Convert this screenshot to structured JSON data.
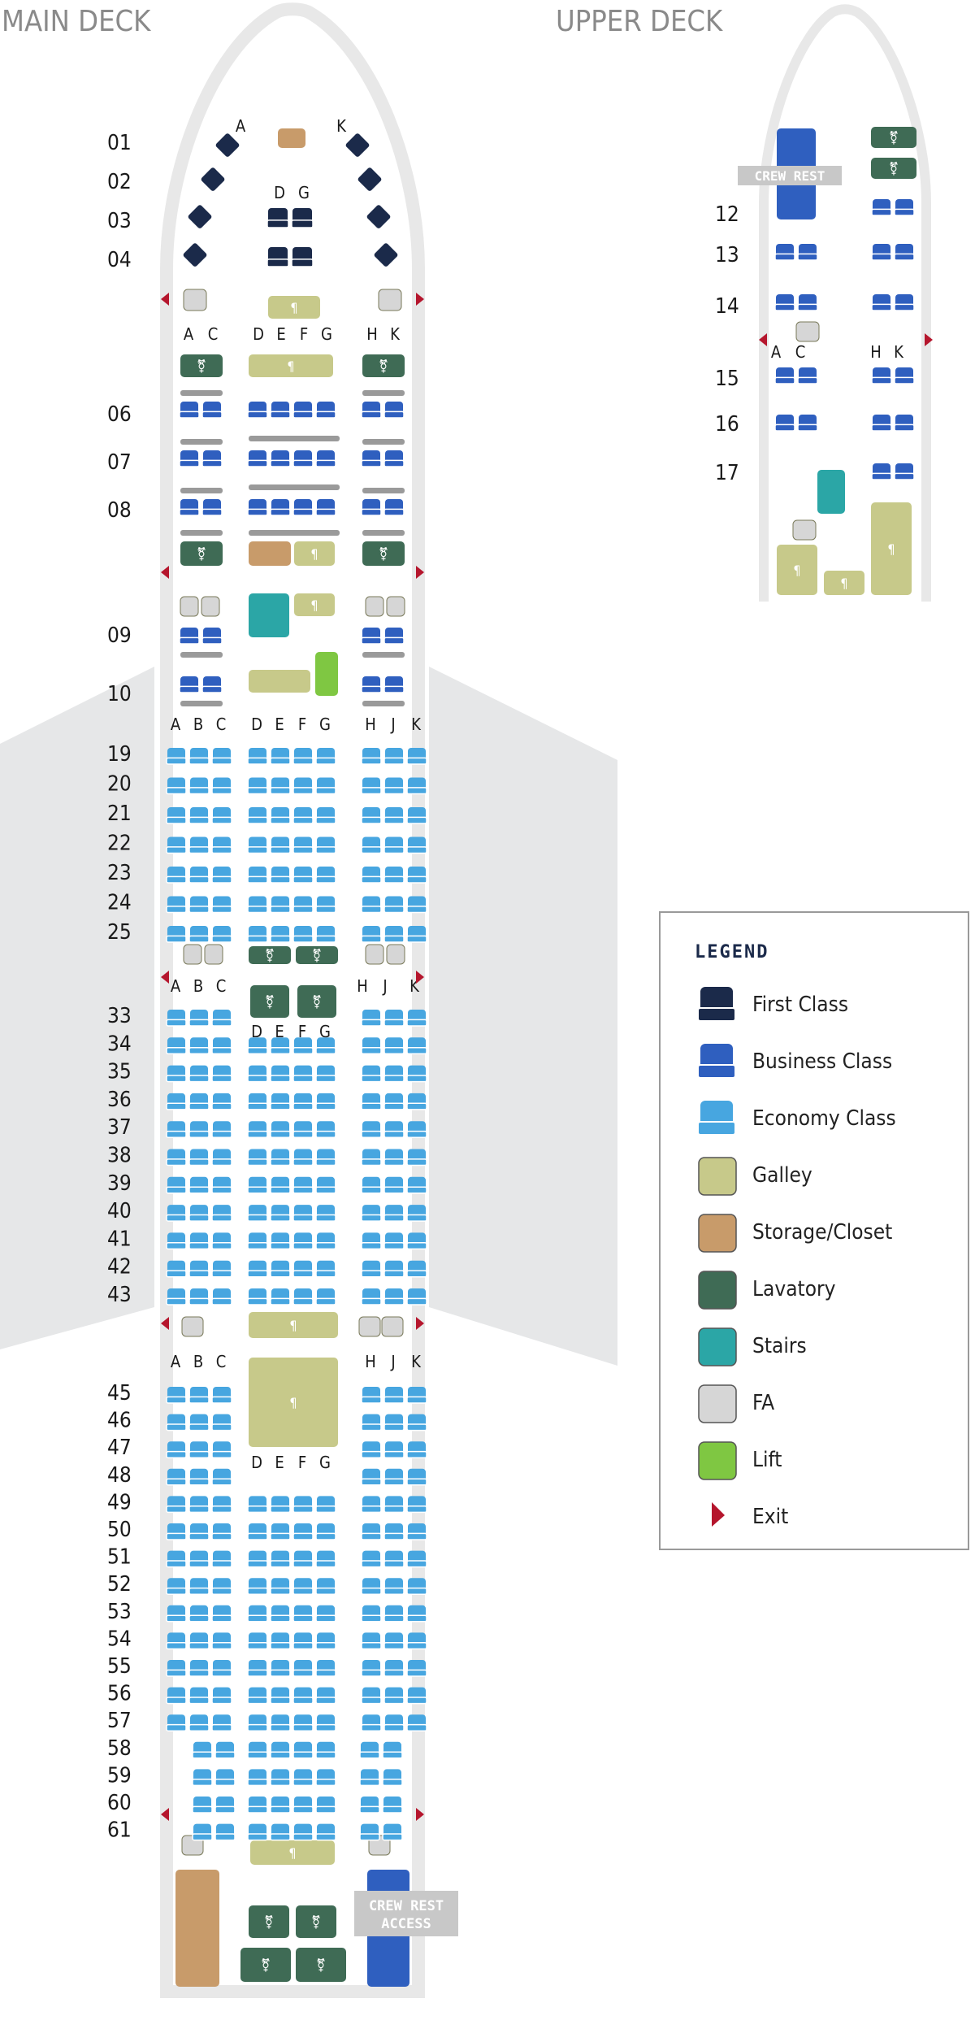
{
  "decks": {
    "main_title": "MAIN DECK",
    "upper_title": "UPPER DECK",
    "crew_rest_upper": "CREW REST",
    "crew_rest_access": [
      "CREW REST",
      "ACCESS"
    ]
  },
  "rows": {
    "first": [
      "01",
      "02",
      "03",
      "04"
    ],
    "business_main": [
      "06",
      "07",
      "08",
      "09",
      "10"
    ],
    "business_upper": [
      "12",
      "13",
      "14",
      "15",
      "16",
      "17"
    ],
    "economy_fwd": [
      "19",
      "20",
      "21",
      "22",
      "23",
      "24",
      "25"
    ],
    "economy_mid": [
      "33",
      "34",
      "35",
      "36",
      "37",
      "38",
      "39",
      "40",
      "41",
      "42",
      "43"
    ],
    "economy_aft": [
      "45",
      "46",
      "47",
      "48",
      "49",
      "50",
      "51",
      "52",
      "53",
      "54",
      "55",
      "56",
      "57",
      "58",
      "59",
      "60",
      "61"
    ]
  },
  "column_letters": {
    "first_left": "A",
    "first_right": "K",
    "first_center": [
      "D",
      "G"
    ],
    "business": [
      "A",
      "C",
      "D",
      "E",
      "F",
      "G",
      "H",
      "K"
    ],
    "upper": [
      "A",
      "C",
      "H",
      "K"
    ],
    "economy": [
      "A",
      "B",
      "C",
      "D",
      "E",
      "F",
      "G",
      "H",
      "J",
      "K"
    ],
    "economy_side": [
      "A",
      "B",
      "C",
      "H",
      "J",
      "K"
    ],
    "economy_center": [
      "D",
      "E",
      "F",
      "G"
    ]
  },
  "legend": {
    "title": "LEGEND",
    "items": [
      {
        "label": "First Class",
        "icon": "first-class-seat-icon",
        "color": "#1b2a4a"
      },
      {
        "label": "Business Class",
        "icon": "business-class-seat-icon",
        "color": "#2f5fbf"
      },
      {
        "label": "Economy Class",
        "icon": "economy-class-seat-icon",
        "color": "#47a6e0"
      },
      {
        "label": "Galley",
        "icon": "galley-icon",
        "color": "#c7c98a"
      },
      {
        "label": "Storage/Closet",
        "icon": "storage-icon",
        "color": "#c89b6a"
      },
      {
        "label": "Lavatory",
        "icon": "lavatory-icon",
        "color": "#3f6b55"
      },
      {
        "label": "Stairs",
        "icon": "stairs-icon",
        "color": "#2ba6a6"
      },
      {
        "label": "FA",
        "icon": "fa-seat-icon",
        "color": "#d6d6d6"
      },
      {
        "label": "Lift",
        "icon": "lift-icon",
        "color": "#7fc742"
      },
      {
        "label": "Exit",
        "icon": "exit-icon",
        "color": "#b5162d"
      }
    ]
  },
  "colors": {
    "first": "#1b2a4a",
    "business": "#2f5fbf",
    "economy": "#47a6e0",
    "galley": "#c7c98a",
    "storage": "#c89b6a",
    "lavatory": "#3f6b55",
    "stairs": "#2ba6a6",
    "fa": "#d6d6d6",
    "lift": "#7fc742",
    "exit": "#b5162d",
    "fuselage": "#e8e8e8",
    "wing": "#e6e7e8",
    "text": "#1a1a1a",
    "deck_title": "#8a8a8a",
    "legend_title": "#1b2a4a"
  }
}
